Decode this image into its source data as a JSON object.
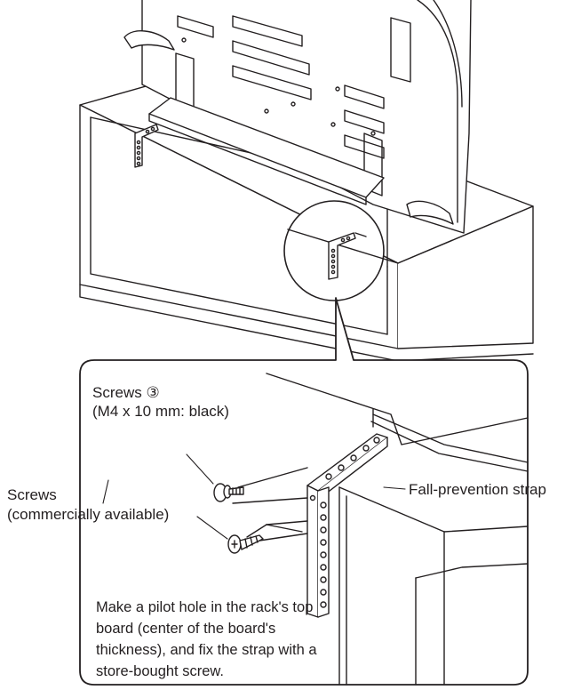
{
  "labels": {
    "screws_supplied": "Screws ③",
    "screws_supplied_spec": "(M4 x 10 mm: black)",
    "screws_commercial": "Screws",
    "screws_commercial_note": "(commercially available)",
    "strap": "Fall-prevention strap"
  },
  "instruction": "Make a pilot hole in the rack's top\nboard (center of the board's\nthickness), and fix the strap with a\nstore-bought screw.",
  "colors": {
    "line": "#231f20",
    "background": "#ffffff"
  }
}
